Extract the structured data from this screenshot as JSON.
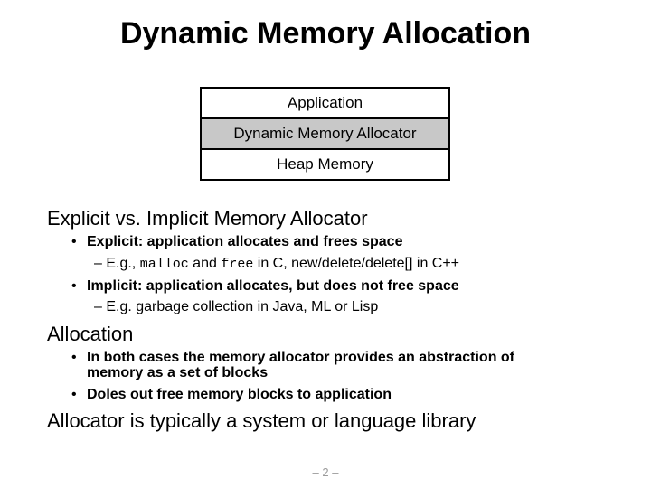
{
  "slide": {
    "title": "Dynamic Memory Allocation",
    "stack": [
      "Application",
      "Dynamic Memory Allocator",
      "Heap Memory"
    ],
    "section1": {
      "heading": "Explicit vs. Implicit Memory Allocator",
      "bullet1": "Explicit:  application allocates and frees space",
      "sub1": {
        "prefix": "– E.g., ",
        "code1": "malloc",
        "and": " and ",
        "code2": "free",
        "suffix": " in C, new/delete/delete[] in C++"
      },
      "bullet2": "Implicit: application allocates, but does not free space",
      "sub2": "– E.g. garbage collection in Java, ML or Lisp"
    },
    "section2": {
      "heading": "Allocation",
      "bullet1_line1": "In both cases the memory allocator provides an abstraction of",
      "bullet1_line2": "memory as a set of blocks",
      "bullet2": "Doles out free memory blocks to application"
    },
    "section3": {
      "heading": "Allocator is typically a system or language library"
    },
    "page_number": "– 2 –"
  }
}
